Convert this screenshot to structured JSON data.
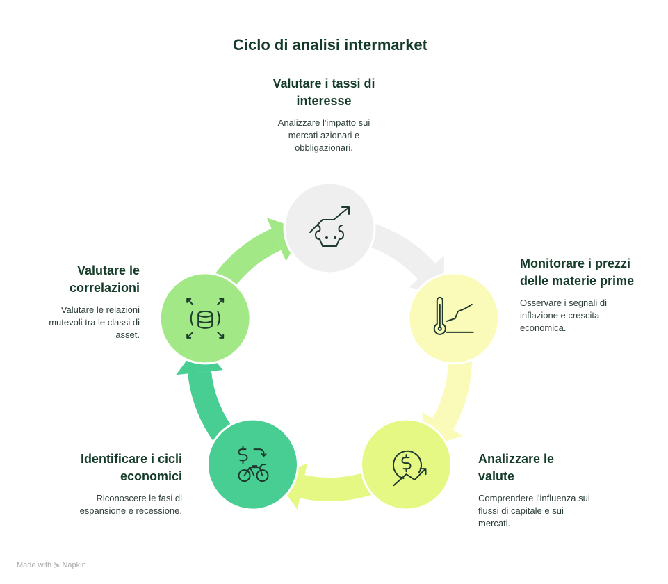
{
  "title": "Ciclo di analisi intermarket",
  "steps": [
    {
      "heading": "Valutare i tassi di interesse",
      "desc": "Analizzare l'impatto sui mercati azionari e obbligazionari.",
      "icon": "bull-market-trend-icon",
      "color": "#efefef"
    },
    {
      "heading": "Monitorare i prezzi delle materie prime",
      "desc": "Osservare i segnali di inflazione e crescita economica.",
      "icon": "thermometer-trend-icon",
      "color": "#fafab9"
    },
    {
      "heading": "Analizzare le valute",
      "desc": "Comprendere l'influenza sui flussi di capitale e sui mercati.",
      "icon": "dollar-growth-icon",
      "color": "#e6f884"
    },
    {
      "heading": "Identificare i cicli economici",
      "desc": "Riconoscere le fasi di espansione e recessione.",
      "icon": "dollar-bicycle-icon",
      "color": "#48cd93"
    },
    {
      "heading": "Valutare le correlazioni",
      "desc": "Valutare le relazioni mutevoli tra le classi di asset.",
      "icon": "database-expand-icon",
      "color": "#a3e887"
    }
  ],
  "footer": "Made with ⋟ Napkin"
}
